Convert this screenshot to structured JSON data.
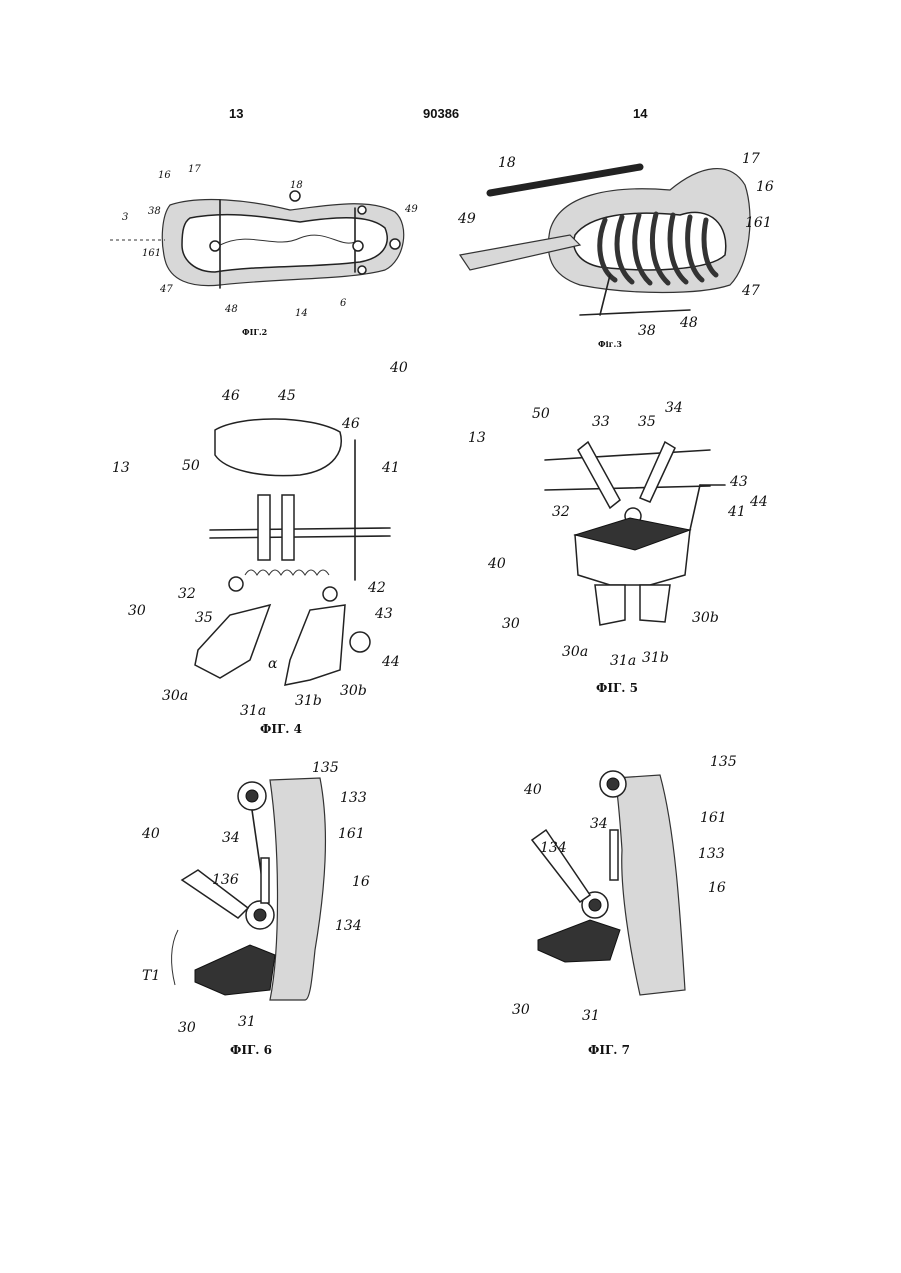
{
  "header": {
    "left_page": "13",
    "doc_number": "90386",
    "right_page": "14"
  },
  "figures": {
    "fig2": {
      "caption": "ФІГ.2",
      "labels": [
        "17",
        "16",
        "18",
        "3",
        "38",
        "161",
        "49",
        "47",
        "48",
        "14",
        "6"
      ]
    },
    "fig3": {
      "caption": "Фіг.3",
      "labels": [
        "18",
        "17",
        "16",
        "161",
        "49",
        "47",
        "38",
        "48"
      ]
    },
    "fig4": {
      "caption": "ФІГ. 4",
      "labels": [
        "40",
        "46",
        "45",
        "46",
        "41",
        "13",
        "50",
        "32",
        "42",
        "43",
        "30",
        "35",
        "44",
        "30a",
        "31a",
        "α",
        "31b",
        "30b"
      ]
    },
    "fig5": {
      "caption": "ФІГ. 5",
      "labels": [
        "50",
        "33",
        "35",
        "34",
        "13",
        "43",
        "44",
        "32",
        "41",
        "40",
        "30",
        "30a",
        "31a",
        "31b",
        "30b"
      ]
    },
    "fig6": {
      "caption": "ФІГ. 6",
      "labels": [
        "135",
        "133",
        "34",
        "161",
        "40",
        "136",
        "16",
        "134",
        "T1",
        "30",
        "31"
      ]
    },
    "fig7": {
      "caption": "ФІГ. 7",
      "labels": [
        "135",
        "40",
        "34",
        "161",
        "134",
        "133",
        "16",
        "30",
        "31"
      ]
    }
  }
}
